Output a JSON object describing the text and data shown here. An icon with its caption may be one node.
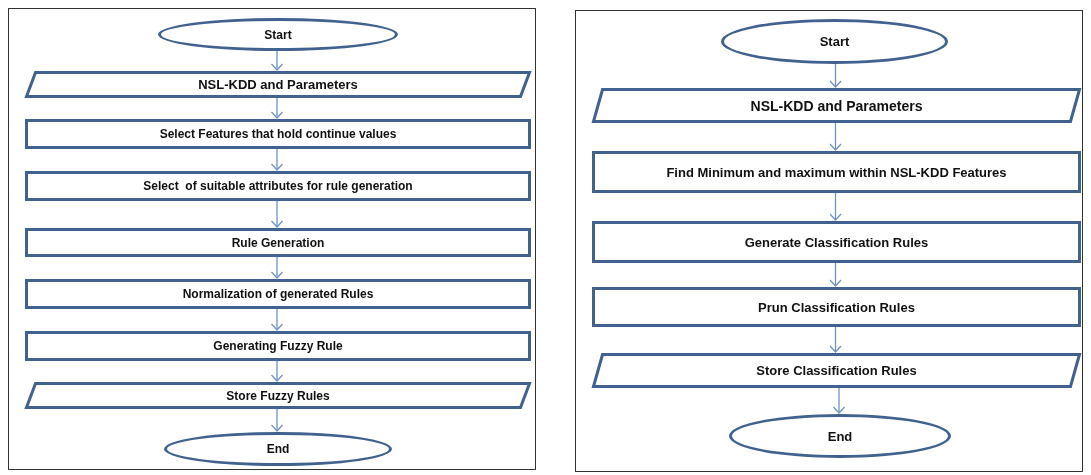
{
  "diagram": {
    "nodes": [
      {
        "text": [],
        "shape": "box"
      },
      {
        "text": [
          "Start"
        ],
        "in": 0
      },
      {
        "text": [
          "NSL-KDD and Parameters"
        ],
        "in": 0
      },
      {
        "text": [
          "Select Features that hold continue values"
        ],
        "in": 0
      },
      {
        "text": [
          "Select  of suitable attributes for rule generation"
        ],
        "in": 0
      },
      {
        "text": [
          "Rule Generation"
        ],
        "in": 0
      },
      {
        "text": [
          "Normalization of generated Rules"
        ],
        "in": 0
      },
      {
        "text": [
          "Generating Fuzzy Rule"
        ],
        "in": 0
      },
      {
        "text": [
          "Store Fuzzy Rules"
        ],
        "in": 0
      },
      {
        "text": [
          "End"
        ],
        "in": 0
      },
      {
        "text": [],
        "shape": "box"
      },
      {
        "text": [
          "Start"
        ],
        "in": 10
      },
      {
        "text": [
          "NSL-KDD and Parameters"
        ],
        "in": 10
      },
      {
        "text": [
          "Find Minimum and maximum within NSL-KDD Features"
        ],
        "in": 10
      },
      {
        "text": [
          "Generate Classification Rules"
        ],
        "in": 10
      },
      {
        "text": [
          "Prun Classification Rules"
        ],
        "in": 10
      },
      {
        "text": [
          "Store Classification Rules"
        ],
        "in": 10
      },
      {
        "text": [
          "End"
        ],
        "in": 10
      }
    ],
    "edges": [
      {
        "from": 1,
        "to": 2,
        "arrow": "to"
      },
      {
        "from": 2,
        "to": 3,
        "arrow": "to"
      },
      {
        "from": 3,
        "to": 4,
        "arrow": "to"
      },
      {
        "from": 4,
        "to": 5,
        "arrow": "to"
      },
      {
        "from": 5,
        "to": 6,
        "arrow": "to"
      },
      {
        "from": 6,
        "to": 7,
        "arrow": "to"
      },
      {
        "from": 7,
        "to": 8,
        "arrow": "to"
      },
      {
        "from": 8,
        "to": 9,
        "arrow": "to"
      },
      {
        "from": 11,
        "to": 12,
        "arrow": "to"
      },
      {
        "from": 12,
        "to": 13,
        "arrow": "to"
      },
      {
        "from": 13,
        "to": 14,
        "arrow": "to"
      },
      {
        "from": 14,
        "to": 15,
        "arrow": "to"
      },
      {
        "from": 15,
        "to": 16,
        "arrow": "to"
      },
      {
        "from": 16,
        "to": 17,
        "arrow": "to"
      }
    ]
  }
}
